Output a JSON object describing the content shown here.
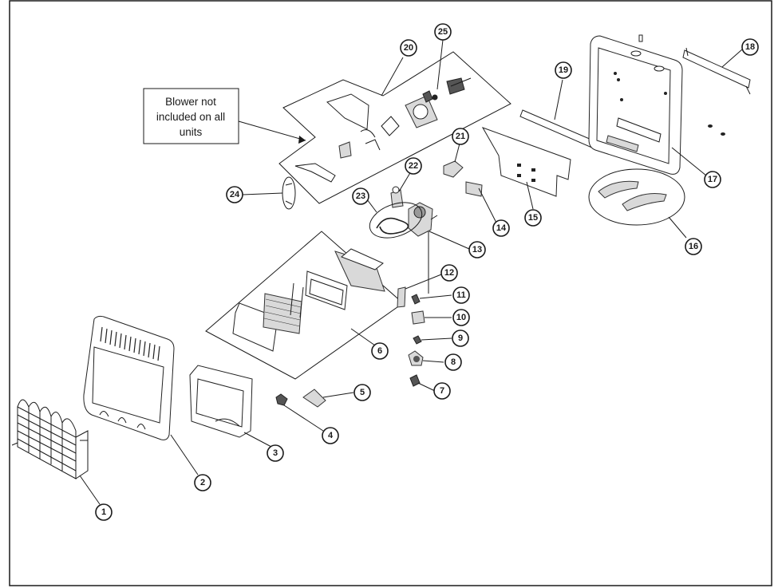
{
  "note": {
    "lines": [
      "Blower not",
      "included on all",
      "units"
    ]
  },
  "callouts": [
    {
      "id": "1",
      "label": "1"
    },
    {
      "id": "2",
      "label": "2"
    },
    {
      "id": "3",
      "label": "3"
    },
    {
      "id": "4",
      "label": "4"
    },
    {
      "id": "5",
      "label": "5"
    },
    {
      "id": "6",
      "label": "6"
    },
    {
      "id": "7",
      "label": "7"
    },
    {
      "id": "8",
      "label": "8"
    },
    {
      "id": "9",
      "label": "9"
    },
    {
      "id": "10",
      "label": "10"
    },
    {
      "id": "11",
      "label": "11"
    },
    {
      "id": "12",
      "label": "12"
    },
    {
      "id": "13",
      "label": "13"
    },
    {
      "id": "14",
      "label": "14"
    },
    {
      "id": "15",
      "label": "15"
    },
    {
      "id": "16",
      "label": "16"
    },
    {
      "id": "17",
      "label": "17"
    },
    {
      "id": "18",
      "label": "18"
    },
    {
      "id": "19",
      "label": "19"
    },
    {
      "id": "20",
      "label": "20"
    },
    {
      "id": "21",
      "label": "21"
    },
    {
      "id": "22",
      "label": "22"
    },
    {
      "id": "23",
      "label": "23"
    },
    {
      "id": "24",
      "label": "24"
    },
    {
      "id": "25",
      "label": "25"
    }
  ]
}
